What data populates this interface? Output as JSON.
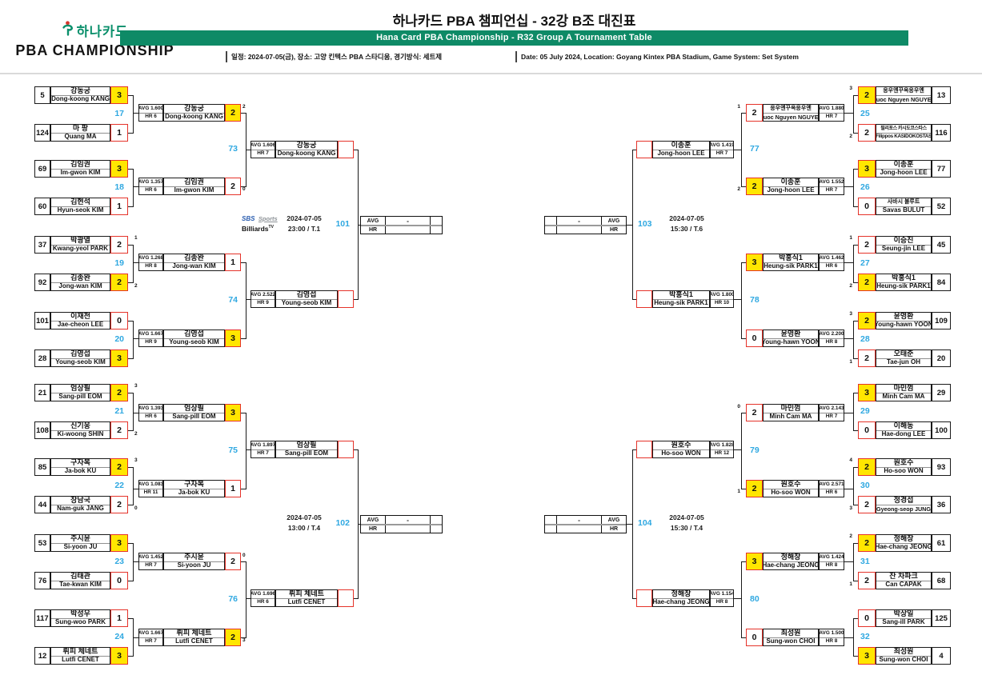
{
  "header": {
    "logo": {
      "brand_kr": "하나카드",
      "brand_sub": "PBA CHAMPIONSHIP"
    },
    "title_kr": "하나카드 PBA 챔피언십 - 32강 B조 대진표",
    "title_en": "Hana Card PBA Championship - R32 Group A Tournament Table",
    "info_kr": "일정: 2024-07-05(금), 장소: 고양 킨텍스 PBA 스타디움, 경기방식: 세트제",
    "info_en": "Date: 05 July 2024, Location: Goyang Kintex PBA Stadium, Game System: Set System",
    "colors": {
      "green": "#0e8a66",
      "blue": "#2fa8e1",
      "yellow": "#ffe600",
      "red": "#e5332a"
    }
  },
  "labels": {
    "avg": "AVG",
    "hr": "HR"
  },
  "broadcaster": {
    "sbs": "SBS",
    "sports": "Sports",
    "billiards": "Billiards",
    "tv": "TV"
  },
  "bracket": {
    "left": {
      "round1": [
        {
          "no": "17",
          "top": {
            "seed": "5",
            "kr": "강동궁",
            "en": "Dong-koong KANG",
            "score": "3",
            "win": true
          },
          "bottom": {
            "seed": "124",
            "kr": "마 팡",
            "en": "Quang MA",
            "score": "1",
            "win": false
          }
        },
        {
          "no": "18",
          "top": {
            "seed": "69",
            "kr": "김임권",
            "en": "Im-gwon KIM",
            "score": "3",
            "win": true
          },
          "bottom": {
            "seed": "60",
            "kr": "김현석",
            "en": "Hyun-seok KIM",
            "score": "1",
            "win": false
          }
        },
        {
          "no": "19",
          "top": {
            "seed": "37",
            "kr": "박광열",
            "en": "Kwang-yeol PARK",
            "score": "2",
            "win": false,
            "so": "1"
          },
          "bottom": {
            "seed": "92",
            "kr": "김종완",
            "en": "Jong-wan KIM",
            "score": "2",
            "win": true,
            "so": "2"
          }
        },
        {
          "no": "20",
          "top": {
            "seed": "101",
            "kr": "이재천",
            "en": "Jae-cheon LEE",
            "score": "0",
            "win": false
          },
          "bottom": {
            "seed": "28",
            "kr": "김영섭",
            "en": "Young-seob KIM",
            "score": "3",
            "win": true
          }
        },
        {
          "no": "21",
          "top": {
            "seed": "21",
            "kr": "엄상필",
            "en": "Sang-pill EOM",
            "score": "2",
            "win": true,
            "so": "3"
          },
          "bottom": {
            "seed": "108",
            "kr": "신기웅",
            "en": "Ki-woong SHIN",
            "score": "2",
            "win": false,
            "so": "2"
          }
        },
        {
          "no": "22",
          "top": {
            "seed": "85",
            "kr": "구자복",
            "en": "Ja-bok KU",
            "score": "2",
            "win": true,
            "so": "3"
          },
          "bottom": {
            "seed": "44",
            "kr": "장남국",
            "en": "Nam-guk JANG",
            "score": "2",
            "win": false,
            "so": "0"
          }
        },
        {
          "no": "23",
          "top": {
            "seed": "53",
            "kr": "주시윤",
            "en": "Si-yoon JU",
            "score": "3",
            "win": true
          },
          "bottom": {
            "seed": "76",
            "kr": "김태관",
            "en": "Tae-kwan KIM",
            "score": "0",
            "win": false
          }
        },
        {
          "no": "24",
          "top": {
            "seed": "117",
            "kr": "박성우",
            "en": "Sung-woo PARK",
            "score": "1",
            "win": false
          },
          "bottom": {
            "seed": "12",
            "kr": "뤼피 체네트",
            "en": "Lutfi CENET",
            "score": "3",
            "win": true
          }
        }
      ],
      "round2": [
        {
          "no": "73",
          "top": {
            "avg": "AVG 1.600",
            "hr": "HR 6",
            "kr": "강동궁",
            "en": "Dong-koong KANG",
            "score": "2",
            "win": true,
            "so": "2"
          },
          "bottom": {
            "avg": "AVG 1.357",
            "hr": "HR 6",
            "kr": "김임권",
            "en": "Im-gwon KIM",
            "score": "2",
            "win": false,
            "so": "0"
          }
        },
        {
          "no": "74",
          "top": {
            "avg": "AVG 1.268",
            "hr": "HR 8",
            "kr": "김종완",
            "en": "Jong-wan KIM",
            "score": "1",
            "win": false
          },
          "bottom": {
            "avg": "AVG 1.667",
            "hr": "HR 9",
            "kr": "김영섭",
            "en": "Young-seob KIM",
            "score": "3",
            "win": true
          }
        },
        {
          "no": "75",
          "top": {
            "avg": "AVG 1.393",
            "hr": "HR 6",
            "kr": "엄상필",
            "en": "Sang-pill EOM",
            "score": "3",
            "win": true
          },
          "bottom": {
            "avg": "AVG 1.083",
            "hr": "HR 11",
            "kr": "구자복",
            "en": "Ja-bok KU",
            "score": "1",
            "win": false
          }
        },
        {
          "no": "76",
          "top": {
            "avg": "AVG 1.452",
            "hr": "HR 7",
            "kr": "주시윤",
            "en": "Si-yoon JU",
            "score": "2",
            "win": false,
            "so": "0"
          },
          "bottom": {
            "avg": "AVG 1.667",
            "hr": "HR 7",
            "kr": "뤼피 체네트",
            "en": "Lutfi CENET",
            "score": "2",
            "win": true,
            "so": "3"
          }
        }
      ],
      "semis": [
        {
          "no": "101",
          "date": "2024-07-05",
          "time": "23:00 / T.1",
          "tv": true,
          "result": {
            "avg": "-",
            "hr": ""
          },
          "top": {
            "avg": "AVG 1.606",
            "hr": "HR 7",
            "kr": "강동궁",
            "en": "Dong-koong KANG"
          },
          "bottom": {
            "avg": "AVG 2.522",
            "hr": "HR 9",
            "kr": "김영섭",
            "en": "Young-seob KIM"
          }
        },
        {
          "no": "102",
          "date": "2024-07-05",
          "time": "13:00 / T.4",
          "tv": false,
          "result": {
            "avg": "-",
            "hr": ""
          },
          "top": {
            "avg": "AVG 1.897",
            "hr": "HR 7",
            "kr": "엄상필",
            "en": "Sang-pill EOM"
          },
          "bottom": {
            "avg": "AVG 1.696",
            "hr": "HR 6",
            "kr": "뤼피 체네트",
            "en": "Lutfi CENET"
          }
        }
      ]
    },
    "right": {
      "round1": [
        {
          "no": "25",
          "top": {
            "seed": "13",
            "kr": "응우옌꾸옥응우옌",
            "en": "Quoc Nguyen NGUYEN",
            "score": "2",
            "win": true,
            "so": "3"
          },
          "bottom": {
            "seed": "116",
            "kr": "필리포스 카시도코스타스",
            "en": "Filippos KASIDOKOSTAS",
            "score": "2",
            "win": false,
            "so": "2"
          }
        },
        {
          "no": "26",
          "top": {
            "seed": "77",
            "kr": "이종훈",
            "en": "Jong-hoon LEE",
            "score": "3",
            "win": true
          },
          "bottom": {
            "seed": "52",
            "kr": "사바시 불루트",
            "en": "Savas BULUT",
            "score": "0",
            "win": false
          }
        },
        {
          "no": "27",
          "top": {
            "seed": "45",
            "kr": "이승진",
            "en": "Seung-jin LEE",
            "score": "2",
            "win": false,
            "so": "1"
          },
          "bottom": {
            "seed": "84",
            "kr": "박홍식1",
            "en": "Heung-sik PARK1",
            "score": "2",
            "win": true,
            "so": "2"
          }
        },
        {
          "no": "28",
          "top": {
            "seed": "109",
            "kr": "윤영환",
            "en": "Young-hawn YOON",
            "score": "2",
            "win": true,
            "so": "3"
          },
          "bottom": {
            "seed": "20",
            "kr": "오태준",
            "en": "Tae-jun OH",
            "score": "2",
            "win": false,
            "so": "1"
          }
        },
        {
          "no": "29",
          "top": {
            "seed": "29",
            "kr": "마민껌",
            "en": "Minh Cam MA",
            "score": "3",
            "win": true
          },
          "bottom": {
            "seed": "100",
            "kr": "이해동",
            "en": "Hae-dong LEE",
            "score": "0",
            "win": false
          }
        },
        {
          "no": "30",
          "top": {
            "seed": "93",
            "kr": "원호수",
            "en": "Ho-soo WON",
            "score": "2",
            "win": true,
            "so": "4"
          },
          "bottom": {
            "seed": "36",
            "kr": "정경섭",
            "en": "Gyeong-seop JUNG",
            "score": "2",
            "win": false,
            "so": "3"
          }
        },
        {
          "no": "31",
          "top": {
            "seed": "61",
            "kr": "정해창",
            "en": "Hae-chang JEONG",
            "score": "2",
            "win": true,
            "so": "2"
          },
          "bottom": {
            "seed": "68",
            "kr": "잔 차파크",
            "en": "Can CAPAK",
            "score": "2",
            "win": false,
            "so": "1"
          }
        },
        {
          "no": "32",
          "top": {
            "seed": "125",
            "kr": "박상일",
            "en": "Sang-ill PARK",
            "score": "0",
            "win": false
          },
          "bottom": {
            "seed": "4",
            "kr": "최성원",
            "en": "Sung-won CHOI",
            "score": "3",
            "win": true
          }
        }
      ],
      "round2": [
        {
          "no": "77",
          "top": {
            "avg": "AVG 1.880",
            "hr": "HR 7",
            "kr": "응우옌꾸옥응우옌",
            "en": "Quoc Nguyen NGUYEN",
            "score": "2",
            "win": false,
            "so": "1"
          },
          "bottom": {
            "avg": "AVG 1.552",
            "hr": "HR 7",
            "kr": "이종훈",
            "en": "Jong-hoon LEE",
            "score": "2",
            "win": true,
            "so": "2"
          }
        },
        {
          "no": "78",
          "top": {
            "avg": "AVG 1.462",
            "hr": "HR 6",
            "kr": "박홍식1",
            "en": "Heung-sik PARK1",
            "score": "3",
            "win": true
          },
          "bottom": {
            "avg": "AVG 2.200",
            "hr": "HR 8",
            "kr": "윤영환",
            "en": "Young-hawn YOON",
            "score": "0",
            "win": false
          }
        },
        {
          "no": "79",
          "top": {
            "avg": "AVG 2.143",
            "hr": "HR 7",
            "kr": "마민껌",
            "en": "Minh Cam MA",
            "score": "2",
            "win": false,
            "so": "0"
          },
          "bottom": {
            "avg": "AVG 2.571",
            "hr": "HR 6",
            "kr": "원호수",
            "en": "Ho-soo WON",
            "score": "2",
            "win": true,
            "so": "1"
          }
        },
        {
          "no": "80",
          "top": {
            "avg": "AVG 1.424",
            "hr": "HR 8",
            "kr": "정해창",
            "en": "Hae-chang JEONG",
            "score": "3",
            "win": true
          },
          "bottom": {
            "avg": "AVG 1.500",
            "hr": "HR 8",
            "kr": "최성원",
            "en": "Sung-won CHOI",
            "score": "0",
            "win": false
          }
        }
      ],
      "semis": [
        {
          "no": "103",
          "date": "2024-07-05",
          "time": "15:30 / T.6",
          "tv": false,
          "result": {
            "avg": "-",
            "hr": ""
          },
          "top": {
            "avg": "AVG 1.419",
            "hr": "HR 7",
            "kr": "이종훈",
            "en": "Jong-hoon LEE"
          },
          "bottom": {
            "avg": "AVG 1.800",
            "hr": "HR 10",
            "kr": "박홍식1",
            "en": "Heung-sik PARK1"
          }
        },
        {
          "no": "104",
          "date": "2024-07-05",
          "time": "15:30 / T.4",
          "tv": false,
          "result": {
            "avg": "-",
            "hr": ""
          },
          "top": {
            "avg": "AVG 1.828",
            "hr": "HR 12",
            "kr": "원호수",
            "en": "Ho-soo WON"
          },
          "bottom": {
            "avg": "AVG 1.154",
            "hr": "HR 8",
            "kr": "정해창",
            "en": "Hae-chang JEONG"
          }
        }
      ]
    }
  }
}
